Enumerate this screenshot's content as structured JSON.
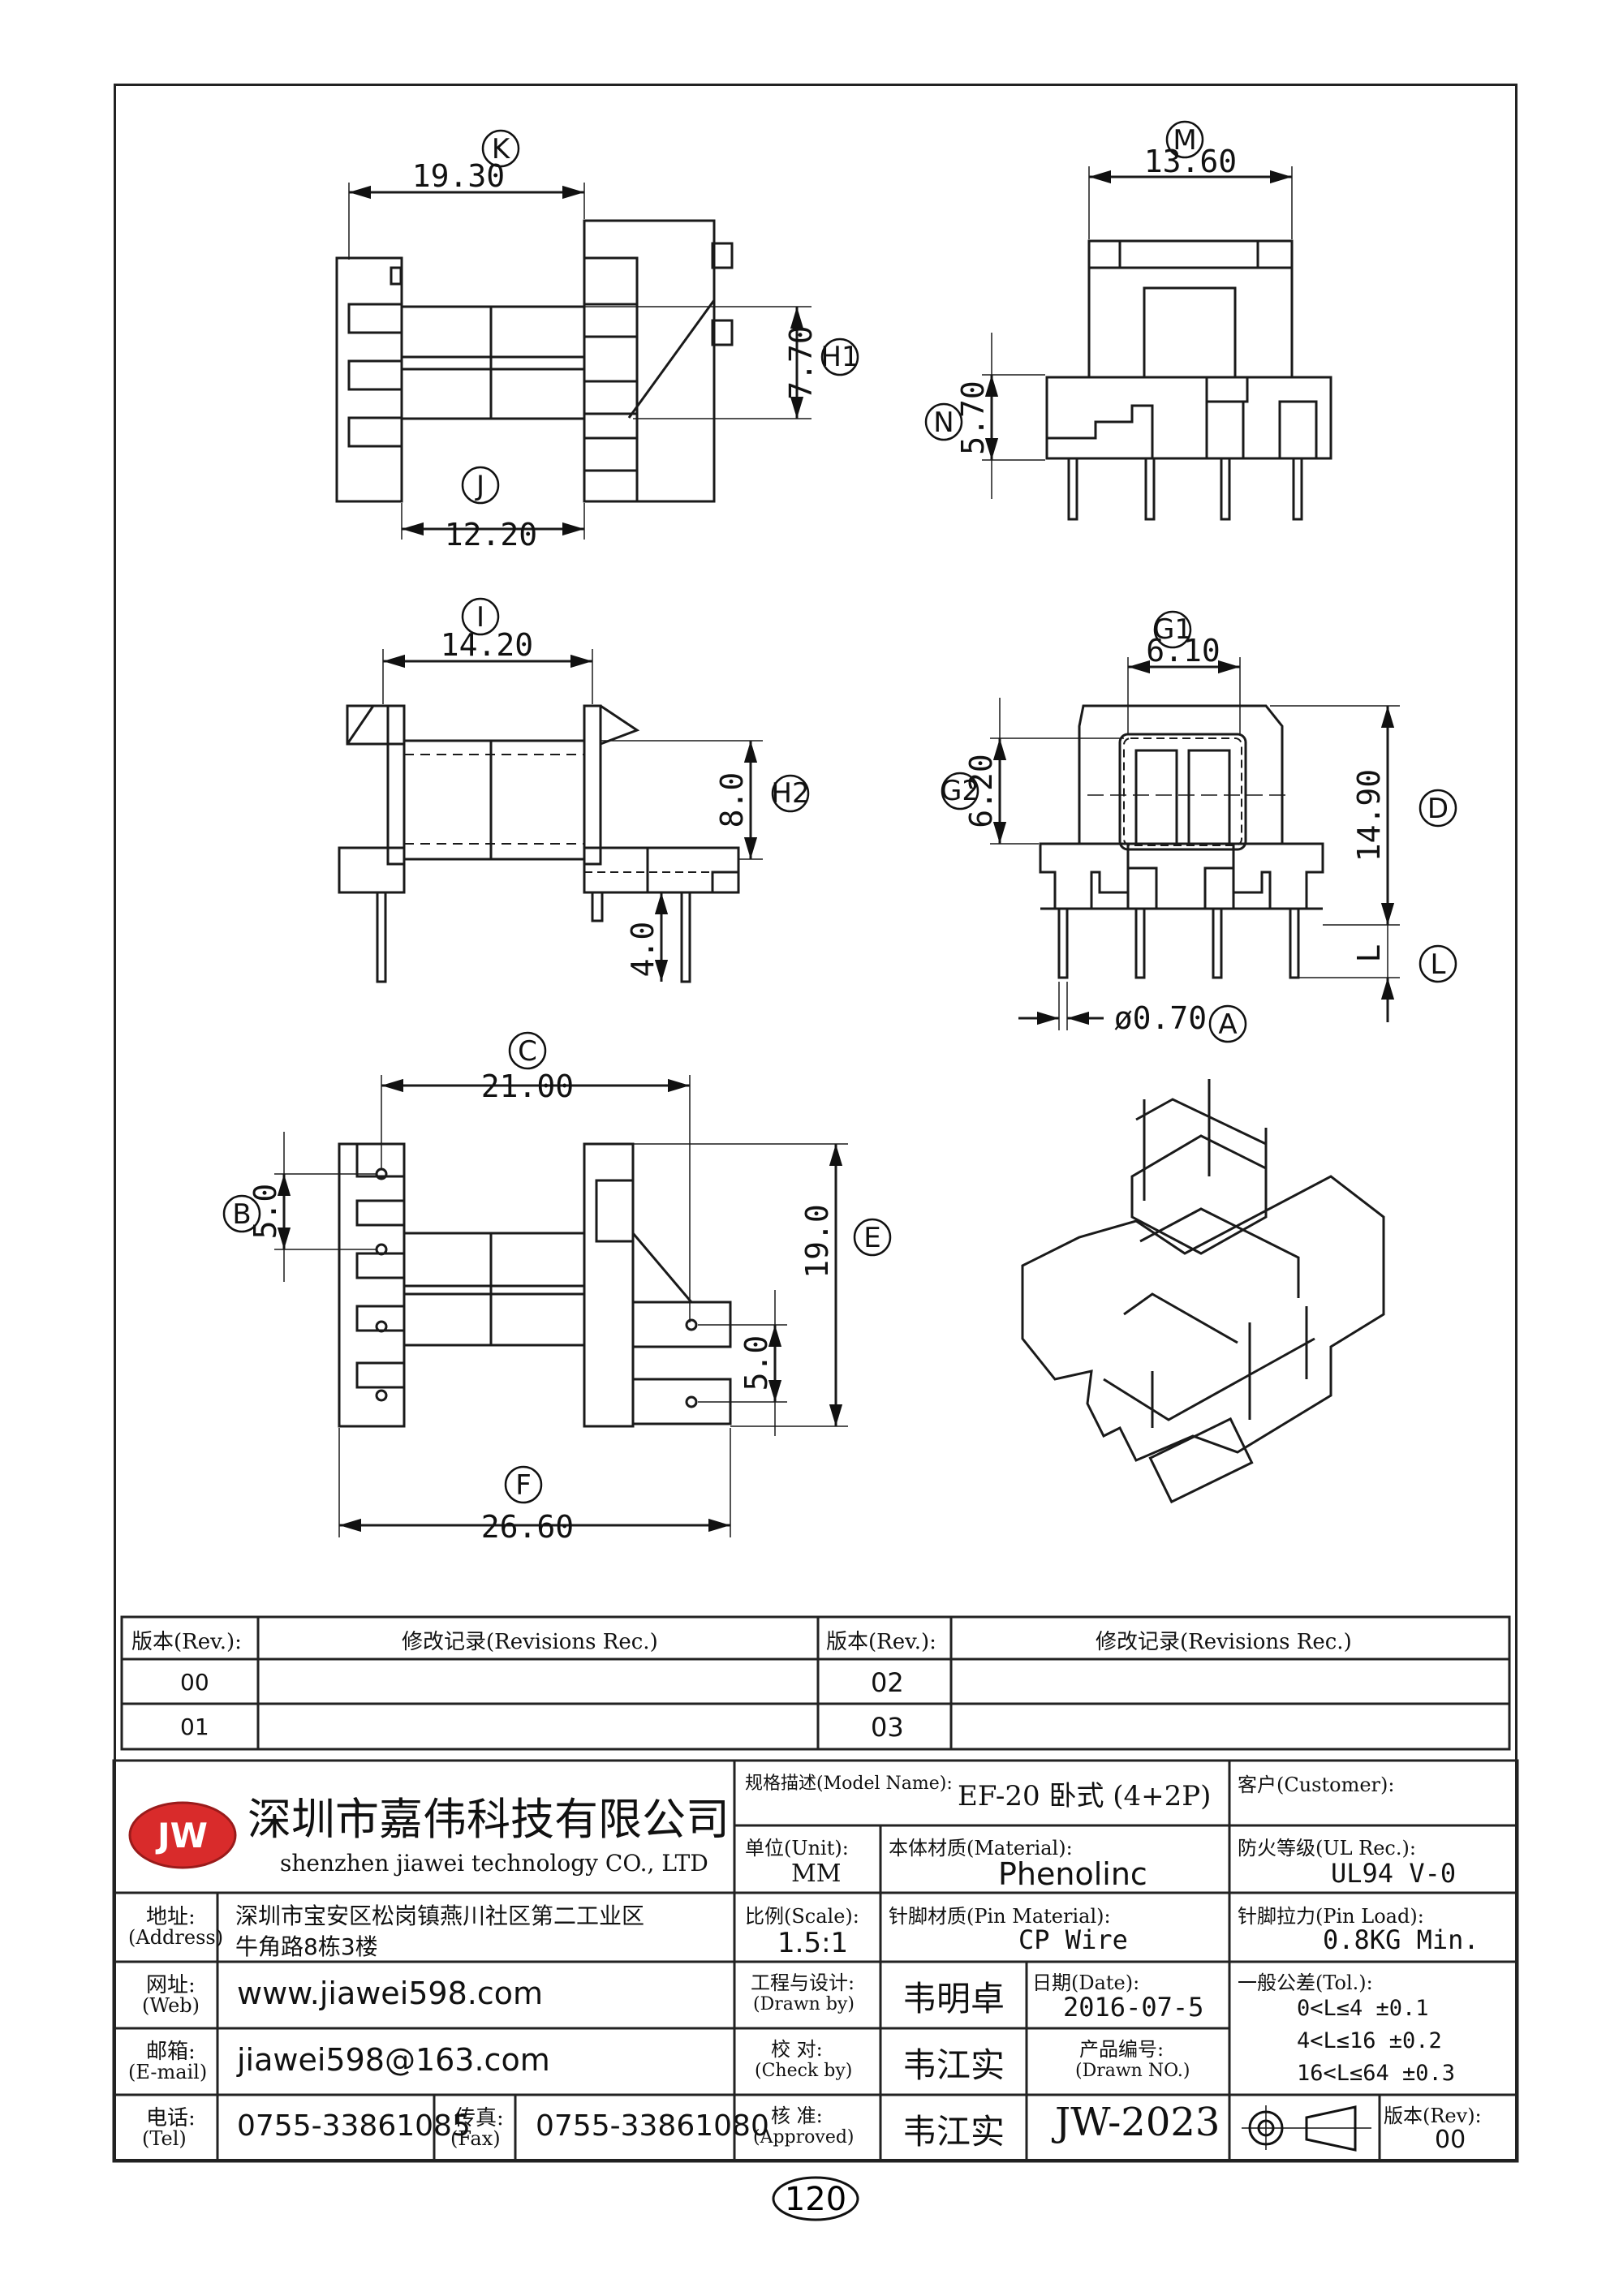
{
  "dimensions": {
    "K": {
      "letter": "K",
      "value": "19.30"
    },
    "M": {
      "letter": "M",
      "value": "13.60"
    },
    "H1": {
      "letter": "H1",
      "value": "7.70"
    },
    "N": {
      "letter": "N",
      "value": "5.70"
    },
    "J": {
      "letter": "J",
      "value": "12.20"
    },
    "I": {
      "letter": "I",
      "value": "14.20"
    },
    "G1": {
      "letter": "G1",
      "value": "6.10"
    },
    "H2": {
      "letter": "H2",
      "value": "8.0"
    },
    "G2": {
      "letter": "G2",
      "value": "6.20"
    },
    "D": {
      "letter": "D",
      "value": "14.90"
    },
    "pin4": {
      "value": "4.0"
    },
    "L": {
      "letter": "L",
      "value": "L"
    },
    "A": {
      "letter": "A",
      "value": "ø0.70"
    },
    "C": {
      "letter": "C",
      "value": "21.00"
    },
    "B": {
      "letter": "B",
      "value": "5.0"
    },
    "E": {
      "letter": "E",
      "value": "19.0"
    },
    "pin5": {
      "value": "5.0"
    },
    "F": {
      "letter": "F",
      "value": "26.60"
    }
  },
  "revisions": {
    "header_rev": "版本(Rev.):",
    "header_rec": "修改记录(Revisions Rec.)",
    "rows": [
      {
        "left": "00",
        "right": "02"
      },
      {
        "left": "01",
        "right": "03"
      }
    ]
  },
  "titleblock": {
    "logo": "JW",
    "company_cn": "深圳市嘉伟科技有限公司",
    "company_en": "shenzhen  jiawei  technology  CO., LTD",
    "address_label": "地址:",
    "address_label_en": "(Address)",
    "address_line1": "深圳市宝安区松岗镇燕川社区第二工业区",
    "address_line2": "牛角路8栋3楼",
    "web_label": "网址:",
    "web_label_en": "(Web)",
    "web": "www.jiawei598.com",
    "email_label": "邮箱:",
    "email_label_en": "(E-mail)",
    "email": "jiawei598@163.com",
    "tel_label": "电话:",
    "tel_label_en": "(Tel)",
    "tel": "0755-33861085",
    "fax_label": "传真:",
    "fax_label_en": "(Fax)",
    "fax": "0755-33861080",
    "model_label": "规格描述(Model Name):",
    "model": "EF-20 卧式  (4+2P)",
    "customer_label": "客户(Customer):",
    "unit_label": "单位(Unit):",
    "unit": "MM",
    "material_label": "本体材质(Material):",
    "material": "Phenolinc",
    "ul_label": "防火等级(UL Rec.):",
    "ul": "UL94 V-0",
    "scale_label": "比例(Scale):",
    "scale": "1.5:1",
    "pin_material_label": "针脚材质(Pin Material):",
    "pin_material": "CP Wire",
    "pin_load_label": "针脚拉力(Pin Load):",
    "pin_load": "0.8KG Min.",
    "drawn_label": "工程与设计:",
    "drawn_label_en": "(Drawn by)",
    "drawn": "韦明卓",
    "date_label": "日期(Date):",
    "date": "2016-07-5",
    "tol_label": "一般公差(Tol.):",
    "tol1": "0<L≤4    ±0.1",
    "tol2": "4<L≤16   ±0.2",
    "tol3": "16<L≤64  ±0.3",
    "check_label": "校  对:",
    "check_label_en": "(Check by)",
    "check": "韦江实",
    "drawno_label": "产品编号:",
    "drawno_label_en": "(Drawn NO.)",
    "approved_label": "核  准:",
    "approved_label_en": "(Approved)",
    "approved": "韦江实",
    "drawno": "JW-2023",
    "rev_label": "版本(Rev):",
    "rev": "00"
  },
  "page_number": "120"
}
